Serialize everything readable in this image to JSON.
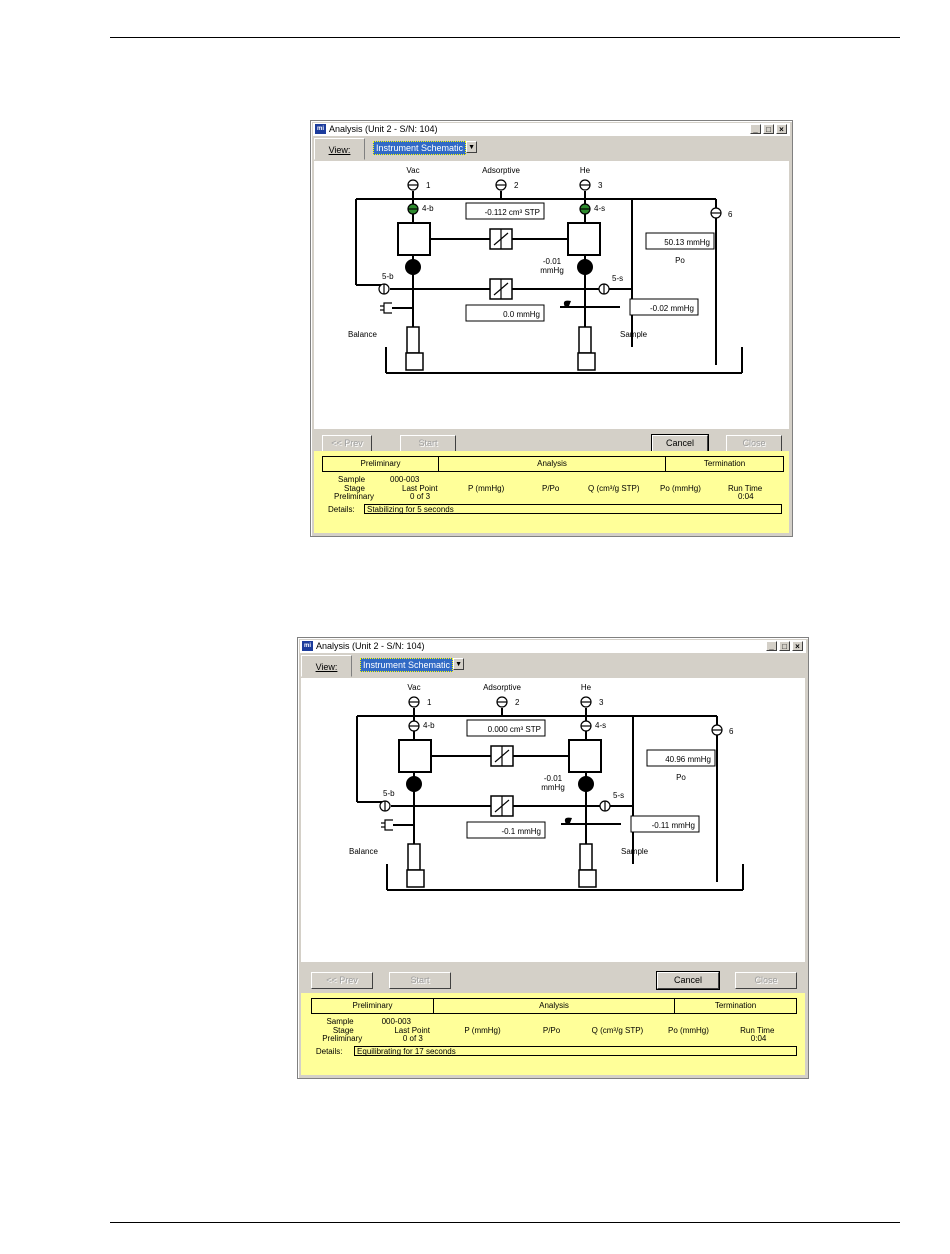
{
  "windows": [
    {
      "title": "Analysis (Unit 2 - S/N: 104)",
      "app_icon": "mi",
      "minimize_glyph": "_",
      "maximize_glyph": "□",
      "close_glyph": "×",
      "view_label": "View:",
      "view_value": "Instrument Schematic",
      "dropdown_glyph": "▼",
      "schematic": {
        "port_vac": "Vac",
        "port_vac_num": "1",
        "port_adsorptive": "Adsorptive",
        "port_adsorptive_num": "2",
        "port_he": "He",
        "port_he_num": "3",
        "valve_4b": "4-b",
        "valve_4s": "4-s",
        "valve_5b": "5-b",
        "valve_5s": "5-s",
        "valve_6": "6",
        "dose_reading": "-0.112 cm³ STP",
        "po_reading": "50.13 mmHg",
        "po_label": "Po",
        "manifold_reading_line1": "-0.01",
        "manifold_reading_line2": "mmHg",
        "balance_pressure": "0.0 mmHg",
        "sample_pressure": "-0.02 mmHg",
        "balance_label": "Balance",
        "sample_label": "Sample",
        "valve_4_color": "#2e8b2e"
      },
      "buttons": {
        "prev": "<< Prev",
        "start": "Start",
        "cancel": "Cancel",
        "close": "Close"
      },
      "status": {
        "phases": [
          "Preliminary",
          "Analysis",
          "Termination"
        ],
        "sample_label": "Sample",
        "sample_value": "000-003",
        "stage_label": "Stage",
        "stage_value": "Preliminary",
        "last_point_label": "Last Point",
        "last_point_value": "0 of 3",
        "p_label": "P (mmHg)",
        "ppo_label": "P/Po",
        "q_label": "Q (cm³/g STP)",
        "po_label": "Po (mmHg)",
        "run_time_label": "Run Time",
        "run_time_value": "0:04",
        "details_label": "Details:",
        "details_value": "Stabilizing for 5 seconds"
      }
    },
    {
      "title": "Analysis (Unit 2 - S/N: 104)",
      "app_icon": "mi",
      "minimize_glyph": "_",
      "maximize_glyph": "□",
      "close_glyph": "×",
      "view_label": "View:",
      "view_value": "Instrument Schematic",
      "dropdown_glyph": "▼",
      "schematic": {
        "port_vac": "Vac",
        "port_vac_num": "1",
        "port_adsorptive": "Adsorptive",
        "port_adsorptive_num": "2",
        "port_he": "He",
        "port_he_num": "3",
        "valve_4b": "4-b",
        "valve_4s": "4-s",
        "valve_5b": "5-b",
        "valve_5s": "5-s",
        "valve_6": "6",
        "dose_reading": "0.000 cm³ STP",
        "po_reading": "40.96 mmHg",
        "po_label": "Po",
        "manifold_reading_line1": "-0.01",
        "manifold_reading_line2": "mmHg",
        "balance_pressure": "-0.1 mmHg",
        "sample_pressure": "-0.11 mmHg",
        "balance_label": "Balance",
        "sample_label": "Sample",
        "valve_4_color": "#ffffff"
      },
      "buttons": {
        "prev": "<< Prev",
        "start": "Start",
        "cancel": "Cancel",
        "close": "Close"
      },
      "status": {
        "phases": [
          "Preliminary",
          "Analysis",
          "Termination"
        ],
        "sample_label": "Sample",
        "sample_value": "000-003",
        "stage_label": "Stage",
        "stage_value": "Preliminary",
        "last_point_label": "Last Point",
        "last_point_value": "0 of 3",
        "p_label": "P (mmHg)",
        "ppo_label": "P/Po",
        "q_label": "Q (cm³/g STP)",
        "po_label": "Po (mmHg)",
        "run_time_label": "Run Time",
        "run_time_value": "0:04",
        "details_label": "Details:",
        "details_value": "Equilibrating for 17 seconds"
      }
    }
  ]
}
